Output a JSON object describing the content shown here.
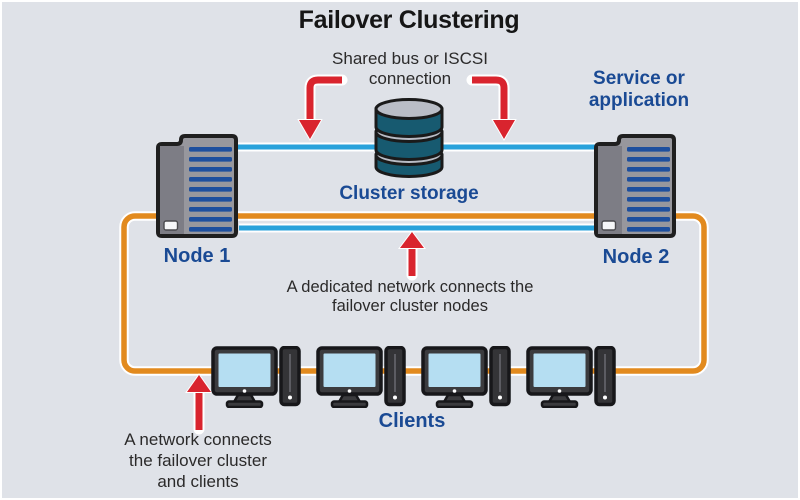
{
  "title": "Failover Clustering",
  "annotations": {
    "shared_bus": {
      "line1": "Shared bus or ISCSI",
      "line2": "connection"
    },
    "service": {
      "line1": "Service or",
      "line2": "application"
    },
    "dedicated": {
      "line1": "A dedicated network connects the",
      "line2": "failover cluster nodes"
    },
    "client_network": {
      "line1": "A network connects",
      "line2": "the failover cluster",
      "line3": "and clients"
    }
  },
  "labels": {
    "cluster_storage": "Cluster storage",
    "node1": "Node 1",
    "node2": "Node 2",
    "clients": "Clients"
  },
  "icons": {
    "server_icon": "server tower with vents",
    "database_icon": "stacked-disc storage cylinder",
    "desktop_client_icon": "monitor with pc tower",
    "arrow_down_icon": "red elbow arrow pointing down",
    "arrow_up_icon": "red arrow pointing up"
  },
  "colors": {
    "background": "#dfe2e8",
    "navy_text": "#1a4a94",
    "dark_text": "#2b2a2a",
    "red_arrow": "#d9242e",
    "orange_network": "#e28a1e",
    "blue_network": "#29a2db",
    "server_slat_blue": "#1d4f9e",
    "server_gray": "#97979d",
    "storage_teal": "#175a70",
    "disc_gray": "#b9bdc6",
    "screen_blue": "#b5def2"
  }
}
